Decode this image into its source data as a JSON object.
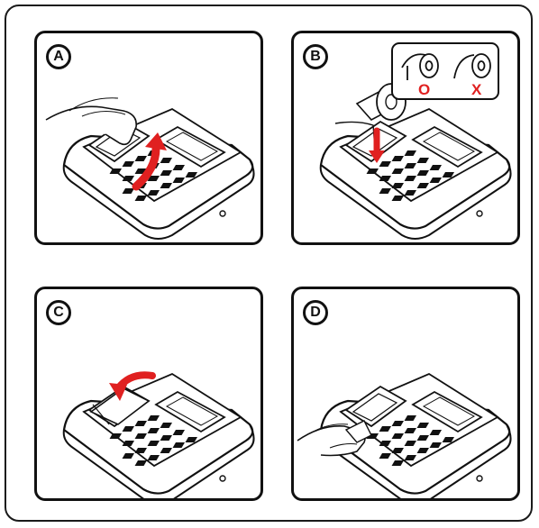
{
  "panels": [
    {
      "label": "A",
      "step": "lift-cover"
    },
    {
      "label": "B",
      "step": "insert-paper-roll"
    },
    {
      "label": "C",
      "step": "close-cover"
    },
    {
      "label": "D",
      "step": "tear-off-paper"
    }
  ],
  "roll_orientation": {
    "correct_mark": "O",
    "wrong_mark": "X"
  },
  "colors": {
    "outline": "#111111",
    "arrow": "#e02020",
    "background": "#ffffff"
  }
}
